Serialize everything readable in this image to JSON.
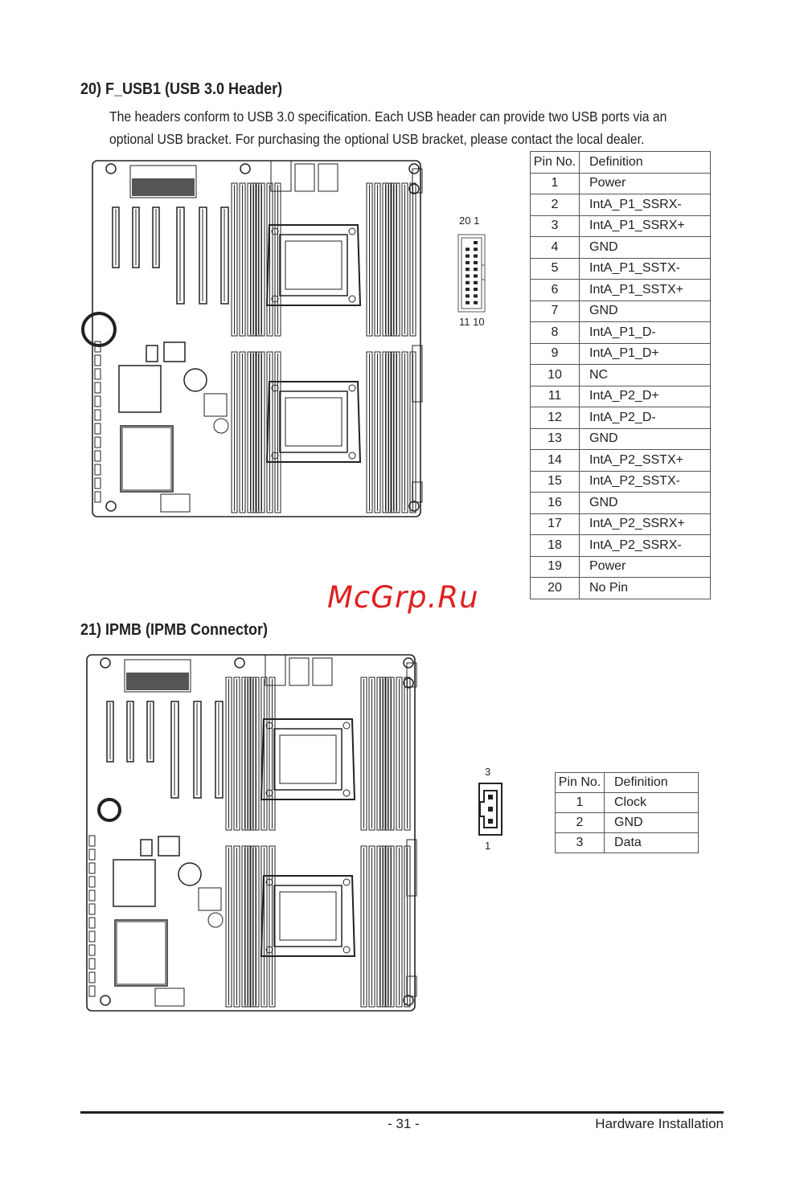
{
  "section20": {
    "title": "20)  F_USB1 (USB 3.0 Header)",
    "line1": "The headers conform to USB 3.0 specification. Each USB header can provide two USB ports via an",
    "line2": "optional USB bracket. For purchasing the optional USB bracket, please contact the local dealer.",
    "pin_top": "20 1",
    "pin_bottom": "11  10",
    "table": {
      "headers": [
        "Pin No.",
        "Definition"
      ],
      "rows": [
        [
          "1",
          "Power"
        ],
        [
          "2",
          "IntA_P1_SSRX-"
        ],
        [
          "3",
          "IntA_P1_SSRX+"
        ],
        [
          "4",
          "GND"
        ],
        [
          "5",
          "IntA_P1_SSTX-"
        ],
        [
          "6",
          "IntA_P1_SSTX+"
        ],
        [
          "7",
          "GND"
        ],
        [
          "8",
          "IntA_P1_D-"
        ],
        [
          "9",
          "IntA_P1_D+"
        ],
        [
          "10",
          "NC"
        ],
        [
          "11",
          "IntA_P2_D+"
        ],
        [
          "12",
          "IntA_P2_D-"
        ],
        [
          "13",
          "GND"
        ],
        [
          "14",
          "IntA_P2_SSTX+"
        ],
        [
          "15",
          "IntA_P2_SSTX-"
        ],
        [
          "16",
          "GND"
        ],
        [
          "17",
          "IntA_P2_SSRX+"
        ],
        [
          "18",
          "IntA_P2_SSRX-"
        ],
        [
          "19",
          "Power"
        ],
        [
          "20",
          "No Pin"
        ]
      ]
    }
  },
  "section21": {
    "title": "21)  IPMB (IPMB Connector)",
    "pin_top": "3",
    "pin_bottom": "1",
    "table": {
      "headers": [
        "Pin No.",
        "Definition"
      ],
      "rows": [
        [
          "1",
          "Clock"
        ],
        [
          "2",
          "GND"
        ],
        [
          "3",
          "Data"
        ]
      ]
    }
  },
  "watermark": "McGrp.Ru",
  "footer": {
    "page": "- 31 -",
    "section": "Hardware Installation"
  }
}
